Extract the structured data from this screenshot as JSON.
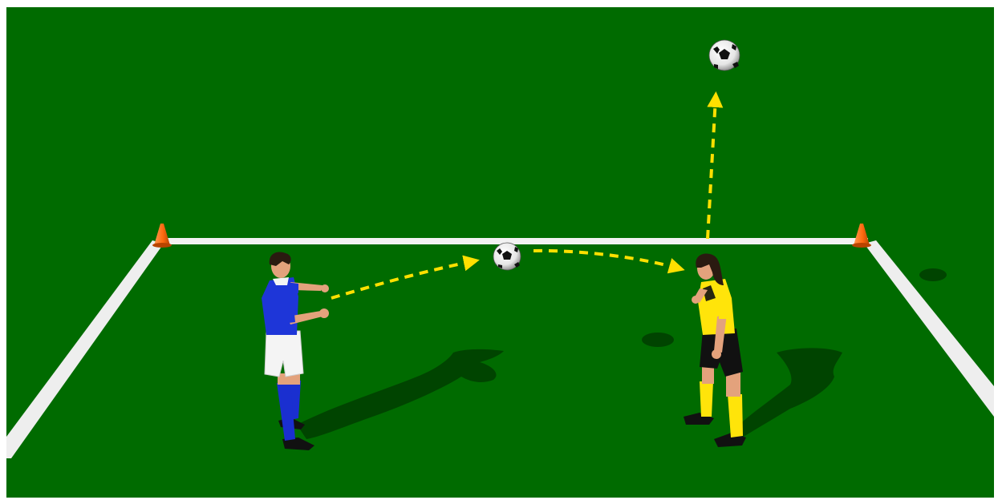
{
  "scene": {
    "description_visible_text": "",
    "colors": {
      "frame": "#ffffff",
      "pitch": "#006b00",
      "line": "#f2f2f2",
      "line_shadow": "#c8c8c8",
      "arrow": "#ffe000",
      "cone": "#ff6a10",
      "shadow": "#003d00",
      "blue_shirt": "#1e36d8",
      "white_shorts": "#f4f4f4",
      "blue_socks": "#1a2fd0",
      "yellow_shirt": "#ffe40a",
      "black_shorts": "#111111",
      "yellow_socks": "#ffe40a",
      "skin": "#e3a27c",
      "hair": "#2a1a10",
      "boot": "#111111"
    },
    "players": [
      {
        "name": "blue-player",
        "kit": "blue-white-blue"
      },
      {
        "name": "yellow-player",
        "kit": "yellow-black-yellow"
      }
    ],
    "balls": [
      {
        "name": "ball-mid"
      },
      {
        "name": "ball-high"
      }
    ],
    "cones": [
      {
        "name": "cone-left"
      },
      {
        "name": "cone-right"
      }
    ],
    "arrows": [
      {
        "name": "pass-arrow-1",
        "from": "blue-player",
        "to": "ball-mid",
        "style": "dashed"
      },
      {
        "name": "pass-arrow-2",
        "from": "ball-mid",
        "to": "yellow-player",
        "style": "dashed"
      },
      {
        "name": "header-arrow",
        "from": "yellow-player",
        "to": "ball-high",
        "style": "dashed"
      }
    ]
  }
}
